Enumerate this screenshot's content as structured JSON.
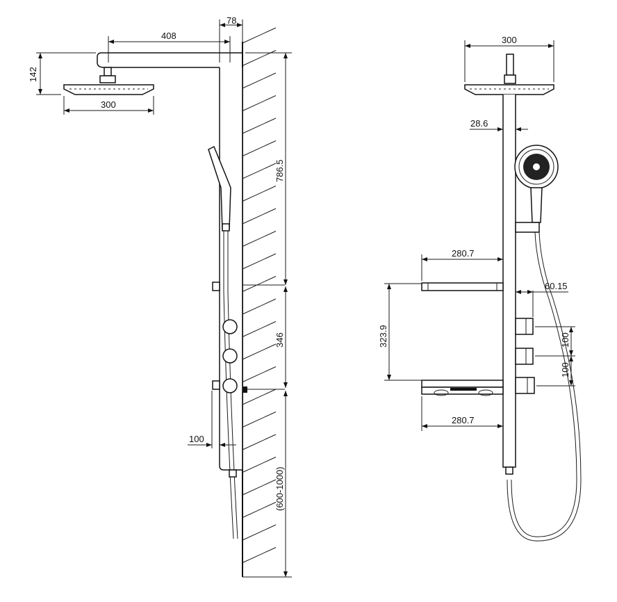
{
  "side_view": {
    "dims": {
      "wall_offset": "78",
      "arm_length": "408",
      "head_height": "142",
      "head_width": "300",
      "upper_height": "786.5",
      "middle_height": "346",
      "lower_height": "(600-1000)",
      "panel_depth": "100"
    }
  },
  "front_view": {
    "dims": {
      "head_width": "300",
      "column_width": "28.6",
      "shelf_top_width": "280.7",
      "shelf_bottom_width": "280.7",
      "shelf_spacing": "323.9",
      "valve_depth": "60.15",
      "valve_spacing_1": "100",
      "valve_spacing_2": "100"
    }
  }
}
